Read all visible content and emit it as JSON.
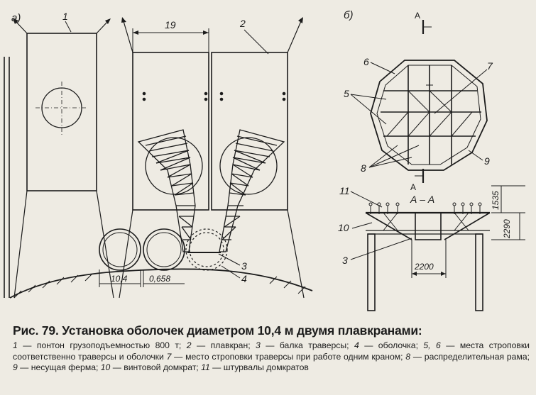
{
  "figure": {
    "left_panel_label": "а)",
    "right_panel_label": "б)",
    "callouts_left": [
      "1",
      "2",
      "3",
      "4"
    ],
    "callouts_right": [
      "5",
      "6",
      "7",
      "8",
      "9",
      "10",
      "11"
    ],
    "dims": {
      "barge_width": "19",
      "shell_diameter": "10,4",
      "shell_gap": "0,658",
      "frame_span": "2200",
      "height_a": "1535",
      "height_b": "2290"
    },
    "section_marker": "А",
    "section_title": "А – А"
  },
  "caption": {
    "title": "Рис. 79. Установка оболочек диаметром 10,4 м двумя плавкранами:",
    "legend": [
      {
        "num": "1",
        "text": "— понтон грузоподъемностью 800 т; "
      },
      {
        "num": "2",
        "text": "— плавкран; "
      },
      {
        "num": "3",
        "text": "— балка траверсы; "
      },
      {
        "num": "4",
        "text": "— оболочка; "
      },
      {
        "num": "5, 6",
        "text": "— места строповки соответственно траверсы и оболочки "
      },
      {
        "num": "7",
        "text": "— место строповки траверсы при работе одним краном; "
      },
      {
        "num": "8",
        "text": "— распределительная рама; "
      },
      {
        "num": "9",
        "text": "— несущая ферма; "
      },
      {
        "num": "10",
        "text": "— винтовой домкрат; "
      },
      {
        "num": "11",
        "text": "— штурвалы домкратов"
      }
    ]
  }
}
